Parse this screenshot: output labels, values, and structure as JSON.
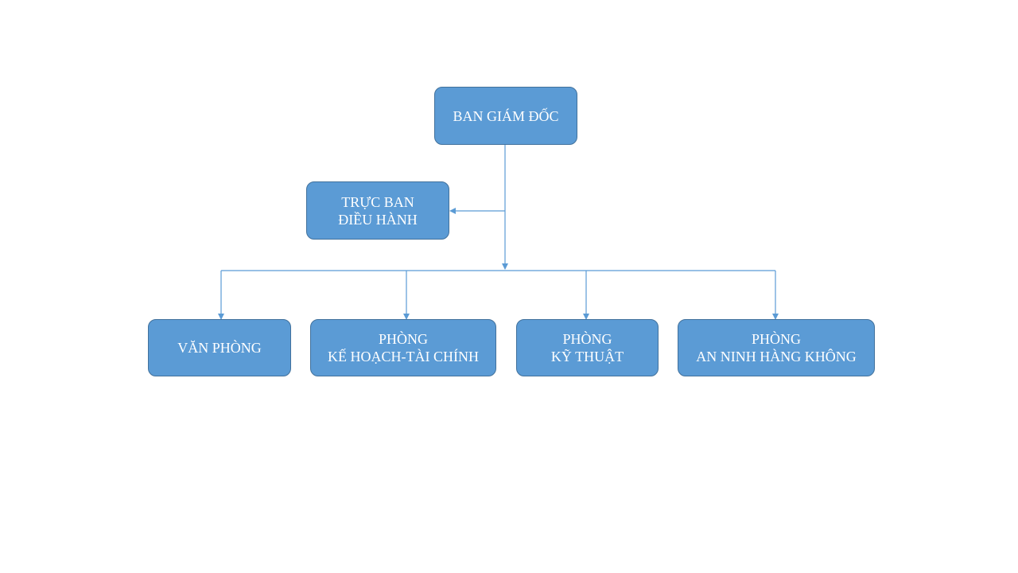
{
  "diagram": {
    "colors": {
      "box_fill": "#5b9bd5",
      "box_border": "#41719c",
      "text": "#ffffff",
      "connector": "#5b9bd5"
    },
    "nodes": {
      "director": {
        "lines": [
          "BAN GIÁM ĐỐC"
        ]
      },
      "duty": {
        "lines": [
          "TRỰC BAN",
          "ĐIỀU HÀNH"
        ]
      },
      "office": {
        "lines": [
          "VĂN PHÒNG"
        ]
      },
      "planning": {
        "lines": [
          "PHÒNG",
          "KẾ HOẠCH-TÀI CHÍNH"
        ]
      },
      "technical": {
        "lines": [
          "PHÒNG",
          "KỸ THUẬT"
        ]
      },
      "security": {
        "lines": [
          "PHÒNG",
          "AN NINH HÀNG KHÔNG"
        ]
      }
    }
  }
}
